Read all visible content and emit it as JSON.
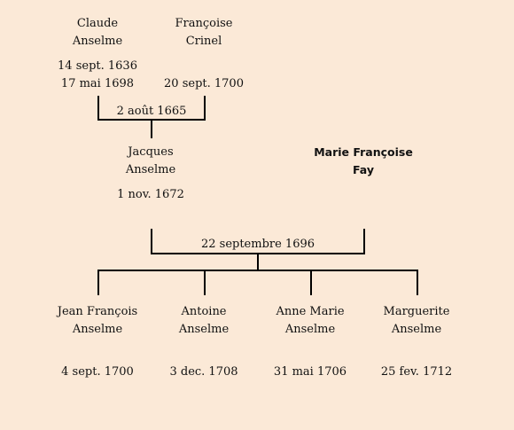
{
  "persons": {
    "claude": {
      "line1": "Claude",
      "line2": "Anselme",
      "birth": "14 sept. 1636",
      "death": "17 mai 1698"
    },
    "francoise": {
      "line1": "Françoise",
      "line2": "Crinel",
      "birth": "",
      "death": "20 sept. 1700"
    },
    "jacques": {
      "line1": "Jacques",
      "line2": "Anselme",
      "birth": "1 nov. 1672"
    },
    "marie": {
      "line1": "Marie Françoise",
      "line2": "Fay"
    },
    "jeanfrancois": {
      "line1": "Jean François",
      "line2": "Anselme",
      "birth": "4 sept. 1700"
    },
    "antoine": {
      "line1": "Antoine",
      "line2": "Anselme",
      "birth": "3 dec. 1708"
    },
    "annemarie": {
      "line1": "Anne Marie",
      "line2": "Anselme",
      "birth": "31 mai 1706"
    },
    "marguerite": {
      "line1": "Marguerite",
      "line2": "Anselme",
      "birth": "25 fev. 1712"
    }
  },
  "marriages": {
    "m1": "2 août 1665",
    "m2": "22 septembre 1696"
  }
}
